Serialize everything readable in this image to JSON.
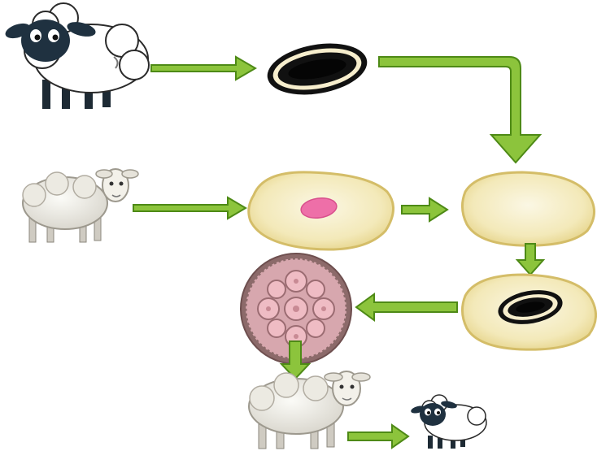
{
  "diagram": {
    "nodes": [
      {
        "id": "donor-sheep",
        "kind": "black-faced sheep",
        "icon": "black-faced-sheep-icon"
      },
      {
        "id": "donor-nucleus",
        "kind": "nucleus (cell nucleus)",
        "icon": "nucleus-icon"
      },
      {
        "id": "egg-donor-sheep",
        "kind": "white sheep",
        "icon": "white-sheep-icon"
      },
      {
        "id": "egg-cell",
        "kind": "egg cell with nucleus",
        "icon": "egg-cell-icon"
      },
      {
        "id": "enucleated-egg",
        "kind": "enucleated egg cell",
        "icon": "enucleated-egg-icon"
      },
      {
        "id": "fused-egg",
        "kind": "egg cell with transferred nucleus",
        "icon": "fused-egg-icon"
      },
      {
        "id": "embryo",
        "kind": "embryo (cell cluster)",
        "icon": "embryo-icon"
      },
      {
        "id": "surrogate-sheep",
        "kind": "white sheep (surrogate)",
        "icon": "white-sheep-icon"
      },
      {
        "id": "clone-lamb",
        "kind": "black-faced lamb (clone)",
        "icon": "lamb-icon"
      }
    ],
    "edges": [
      {
        "from": "donor-sheep",
        "to": "donor-nucleus"
      },
      {
        "from": "donor-nucleus",
        "to": "enucleated-egg"
      },
      {
        "from": "egg-donor-sheep",
        "to": "egg-cell"
      },
      {
        "from": "egg-cell",
        "to": "enucleated-egg"
      },
      {
        "from": "enucleated-egg",
        "to": "fused-egg"
      },
      {
        "from": "fused-egg",
        "to": "embryo"
      },
      {
        "from": "embryo",
        "to": "surrogate-sheep"
      },
      {
        "from": "surrogate-sheep",
        "to": "clone-lamb"
      }
    ],
    "colors": {
      "arrow_fill": "#8cc43c",
      "arrow_stroke": "#4e8a16",
      "cell_fill": "#f5ecc0",
      "cell_stroke": "#d4bd68",
      "nucleus_black": "#111111",
      "nucleus_pink": "#ee6fa8",
      "embryo_fill": "#8c6a6a",
      "wool": "#ffffff",
      "wool_grey": "#e9e7e0",
      "sheep_face_dark": "#1f3140"
    }
  }
}
